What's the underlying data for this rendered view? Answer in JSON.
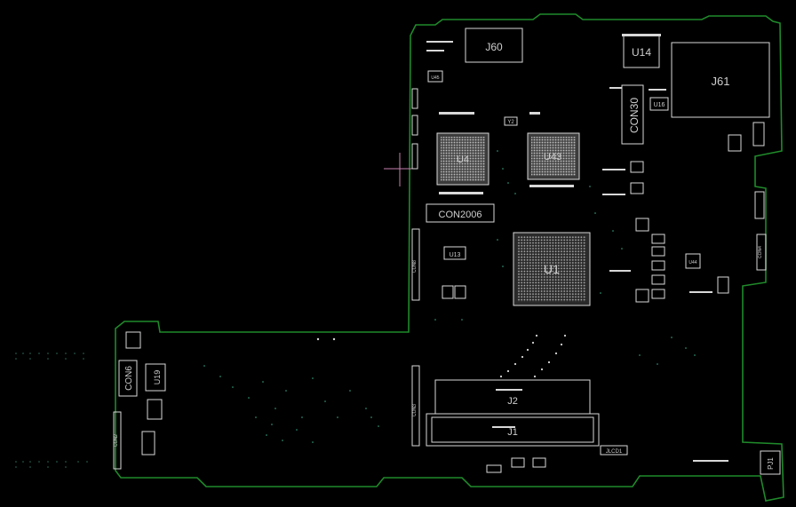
{
  "diagram": {
    "components": [
      {
        "id": "J60",
        "label": "J60"
      },
      {
        "id": "U14",
        "label": "U14"
      },
      {
        "id": "J61",
        "label": "J61"
      },
      {
        "id": "CON30",
        "label": "CON30"
      },
      {
        "id": "U16",
        "label": "U16"
      },
      {
        "id": "U4",
        "label": "U4"
      },
      {
        "id": "U43",
        "label": "U43"
      },
      {
        "id": "CON2006",
        "label": "CON2006"
      },
      {
        "id": "U13",
        "label": "U13"
      },
      {
        "id": "U1",
        "label": "U1"
      },
      {
        "id": "CON6",
        "label": "CON6"
      },
      {
        "id": "U19",
        "label": "U19"
      },
      {
        "id": "J2",
        "label": "J2"
      },
      {
        "id": "J1",
        "label": "J1"
      },
      {
        "id": "JLCD1",
        "label": "JLCD1"
      },
      {
        "id": "PJ1",
        "label": "PJ1"
      },
      {
        "id": "U45",
        "label": "U45"
      },
      {
        "id": "Y2",
        "label": "Y2"
      },
      {
        "id": "CON8",
        "label": "CON8"
      },
      {
        "id": "CON3",
        "label": "CON3"
      },
      {
        "id": "CON2",
        "label": "CON2"
      },
      {
        "id": "U44",
        "label": "U44"
      },
      {
        "id": "CON4",
        "label": "CON4"
      }
    ],
    "colors": {
      "background": "#000000",
      "outline": "#1f8a2a",
      "silkscreen": "#d8d8d8",
      "via": "#3aa88a"
    }
  }
}
